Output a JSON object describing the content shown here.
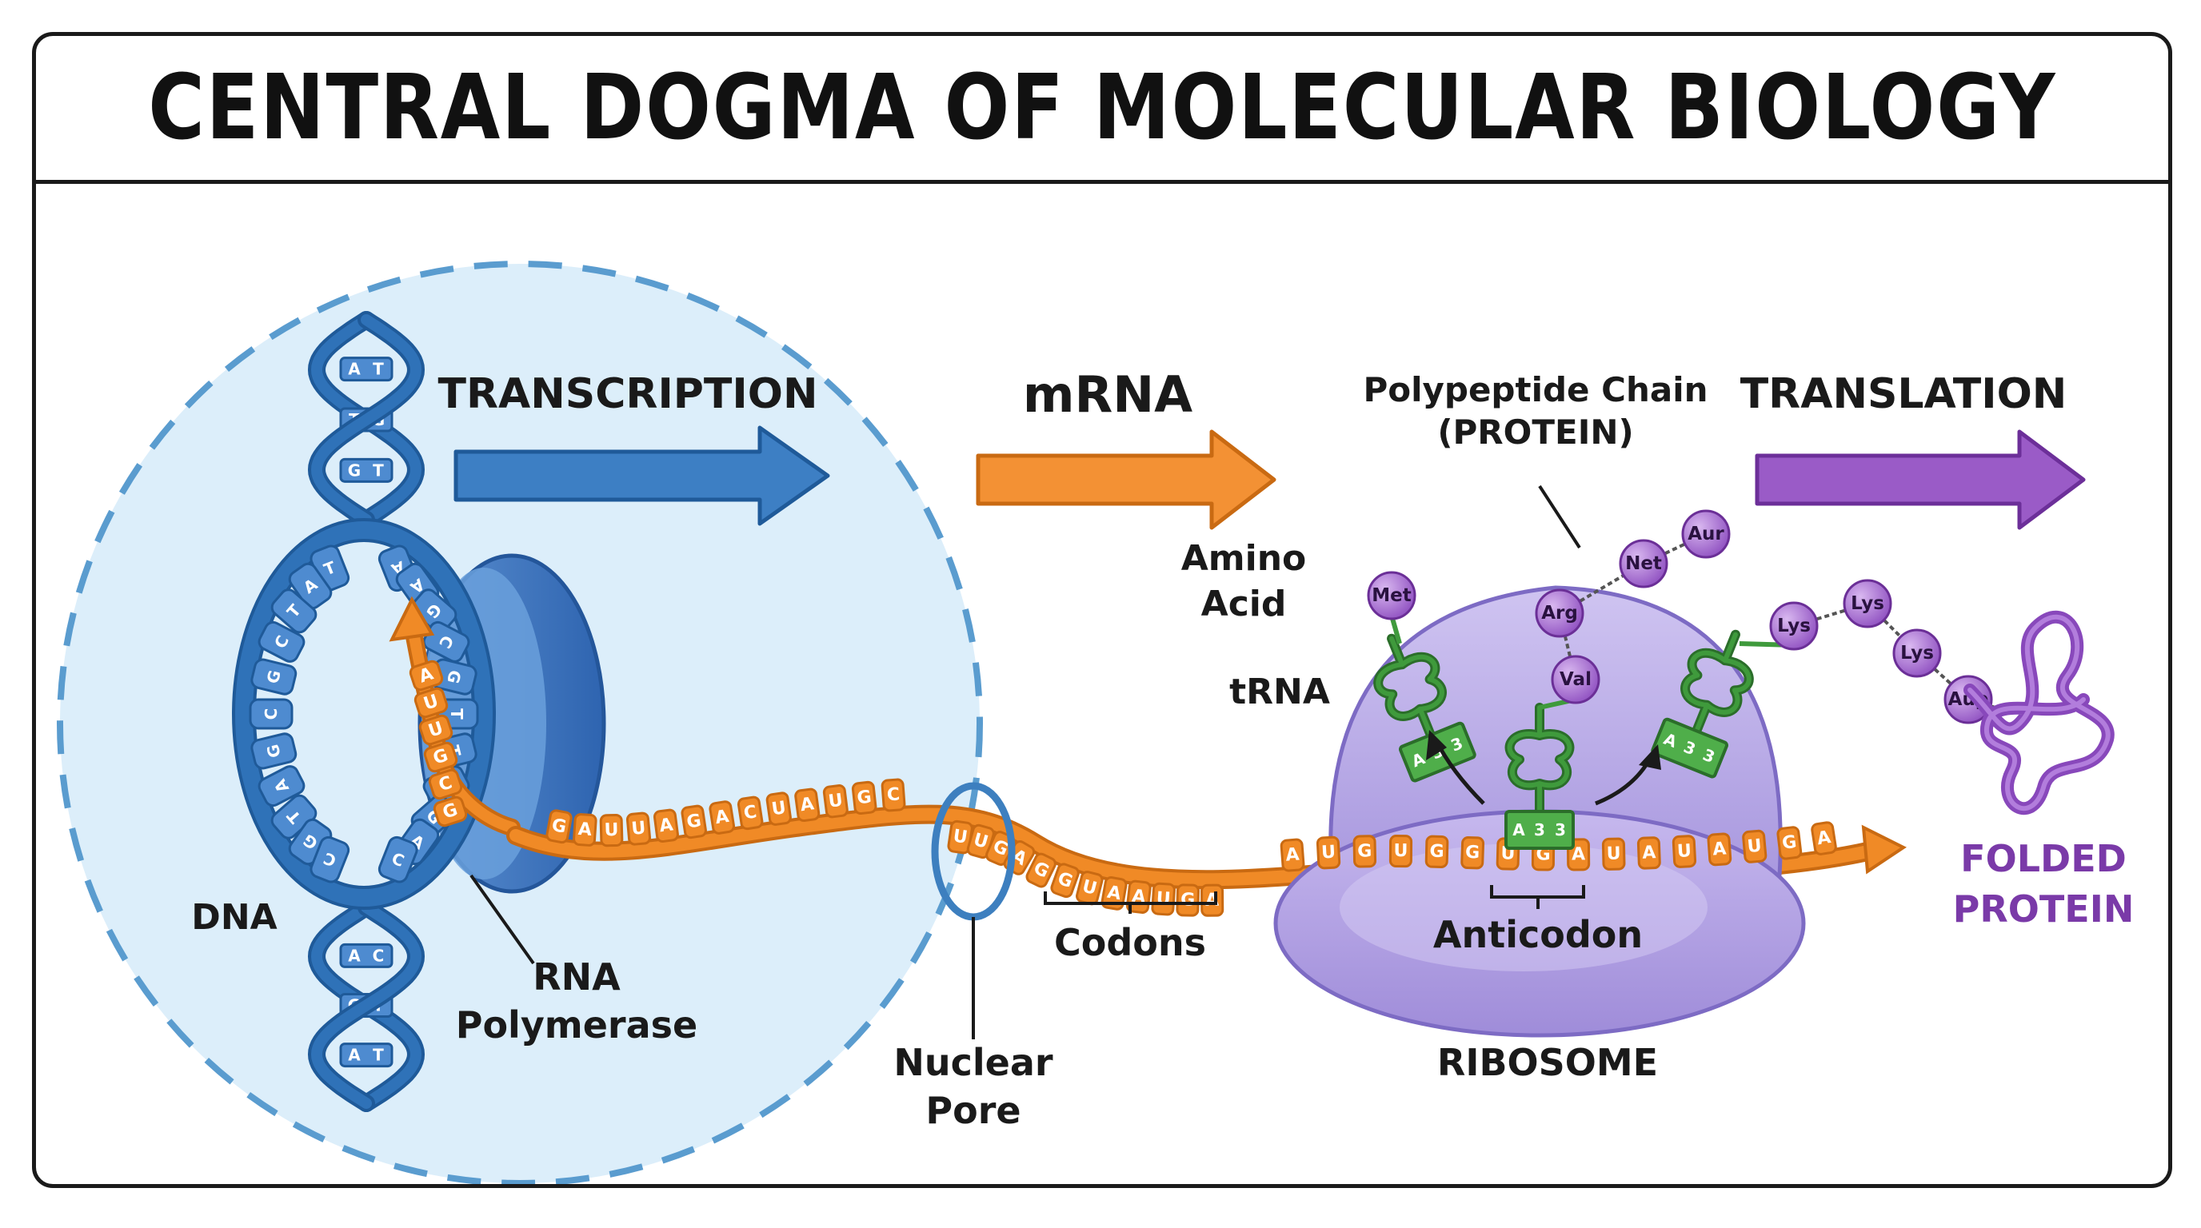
{
  "title": "CENTRAL DOGMA OF MOLECULAR BIOLOGY",
  "labels": {
    "transcription": "TRANSCRIPTION",
    "mrna": "mRNA",
    "translation": "TRANSLATION",
    "polypeptide_line1": "Polypeptide Chain",
    "polypeptide_line2": "(PROTEIN)",
    "amino_line1": "Amino",
    "amino_line2": "Acid",
    "trna": "tRNA",
    "dna": "DNA",
    "rna_pol_line1": "RNA",
    "rna_pol_line2": "Polymerase",
    "codons": "Codons",
    "anticodon": "Anticodon",
    "nuclear_pore_line1": "Nuclear",
    "nuclear_pore_line2": "Pore",
    "ribosome": "RIBOSOME",
    "folded_line1": "FOLDED",
    "folded_line2": "PROTEIN"
  },
  "dna_top_pairs": [
    "A|T",
    "T|G",
    "G|T"
  ],
  "dna_bottom_pairs": [
    "A|C",
    "G|T",
    "A|T"
  ],
  "dna_bubble_left_bases": [
    "T",
    "A",
    "T",
    "C",
    "G",
    "C",
    "G",
    "A",
    "T",
    "G",
    "C"
  ],
  "dna_bubble_right_bases": [
    "A",
    "A",
    "G",
    "C",
    "G",
    "T",
    "T",
    "U",
    "G",
    "A",
    "C"
  ],
  "rna_transcript_bases": [
    "A",
    "U",
    "U",
    "G",
    "C",
    "G"
  ],
  "mrna_bases_top": [
    "G",
    "A",
    "U",
    "U",
    "A",
    "G",
    "A",
    "C",
    "U",
    "A",
    "U",
    "G",
    "C"
  ],
  "mrna_bases_bottom": [
    "U",
    "U",
    "G",
    "A",
    "G",
    "G",
    "U",
    "A",
    "A",
    "U",
    "G",
    "A"
  ],
  "mrna_bases_ribosome": [
    "A",
    "U",
    "G",
    "U",
    "G",
    "G",
    "U",
    "G",
    "A",
    "U",
    "A",
    "U",
    "A",
    "U",
    "G",
    "A"
  ],
  "trna_left_anticodon": [
    "A",
    "3",
    "3"
  ],
  "trna_mid_anticodon": [
    "A",
    "3",
    "3"
  ],
  "trna_right_anticodon": [
    "A",
    "3",
    "3"
  ],
  "amino_acids": {
    "met": "Met",
    "val": "Val",
    "arg": "Arg",
    "net": "Net",
    "aur": "Aur",
    "lys1": "Lys",
    "lys2": "Lys",
    "lys3": "Lys",
    "aup": "Aup"
  },
  "colors": {
    "dna": "#2f72b8",
    "mrna": "#f08a26",
    "trna": "#3f9a3c",
    "amino": "#9b5cc7",
    "ribosome": "#b7a8e6",
    "nucleus": "#dceefa",
    "translation_arrow": "#8e4bb8",
    "folded_text": "#7a3aa8"
  }
}
